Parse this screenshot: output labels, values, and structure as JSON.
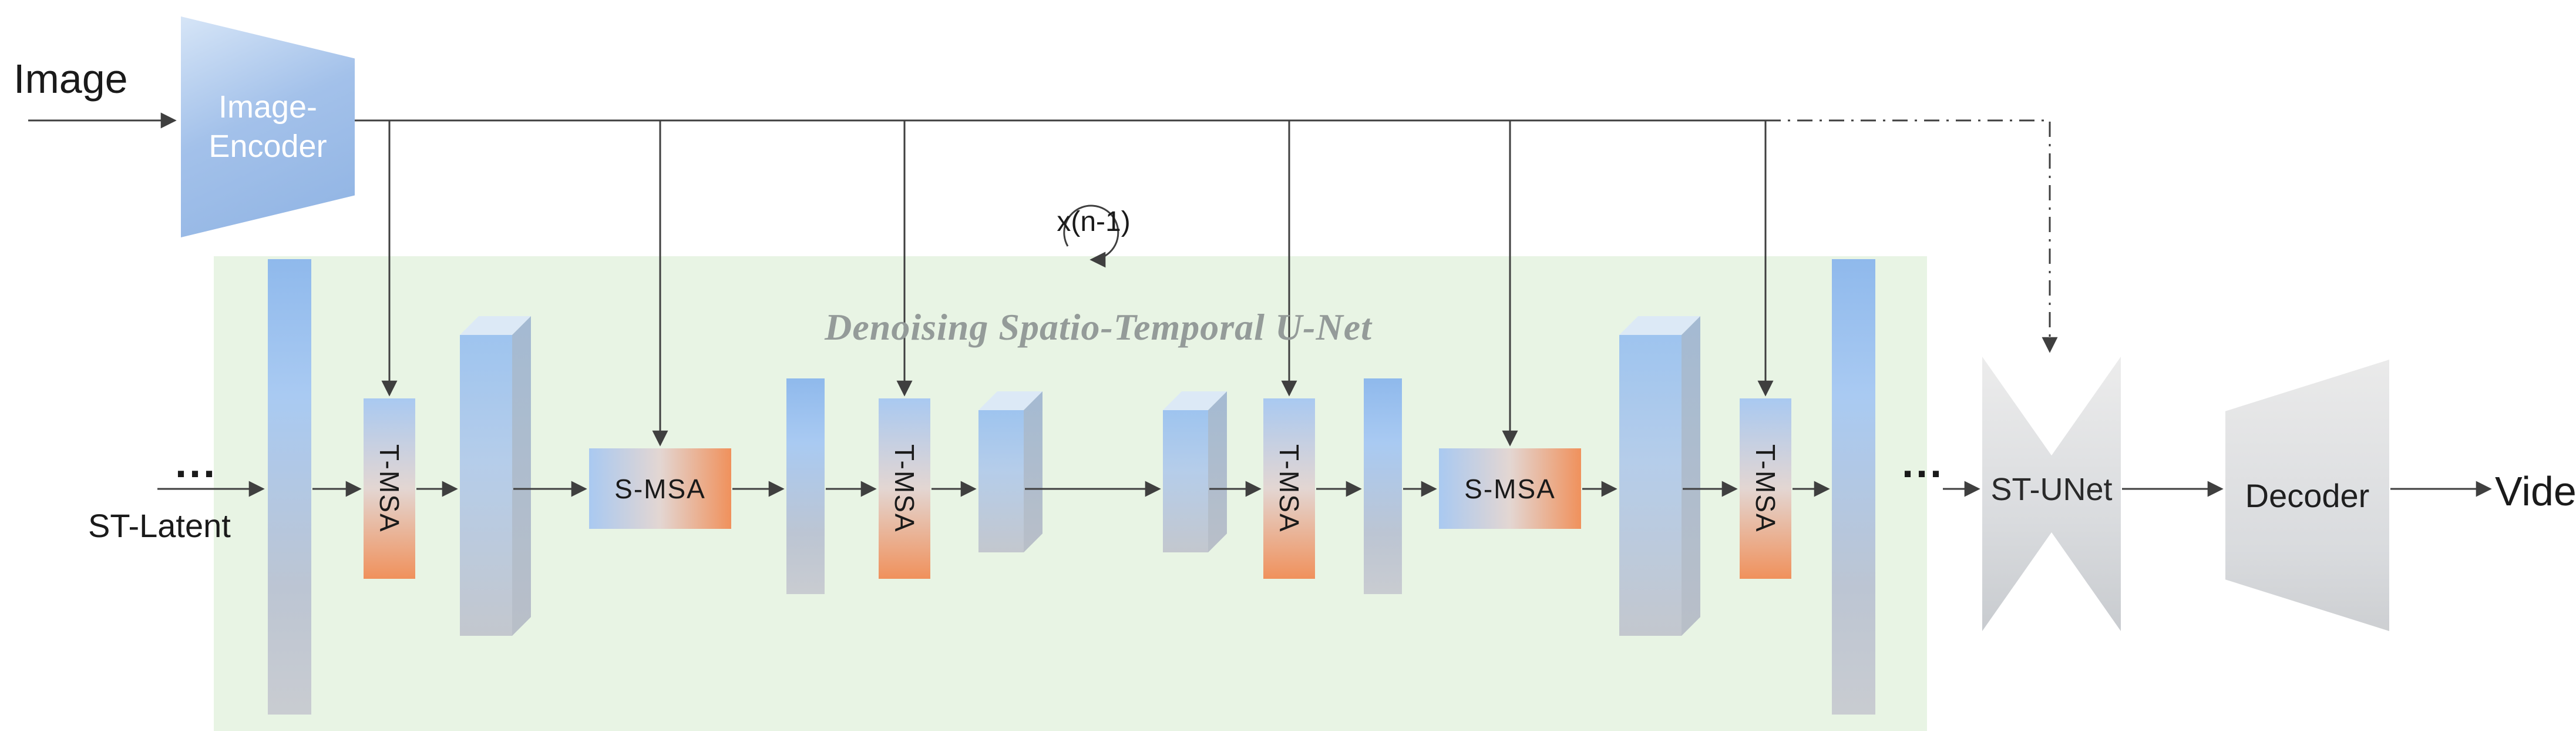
{
  "diagram": {
    "image_label": "Image",
    "encoder_line1": "Image-",
    "encoder_line2": "Encoder",
    "latent_dots": "···",
    "latent_label": "ST-Latent",
    "unet_title": "Denoising Spatio-Temporal U-Net",
    "repeat_label": "x(n-1)",
    "tmsa_label": "T-MSA",
    "smsa_label": "S-MSA",
    "right_dots": "···",
    "stunet_label": "ST-UNet",
    "decoder_label": "Decoder",
    "video_label": "Video"
  },
  "colors": {
    "panel-green": "#e8f4e4",
    "msa-blue": "#a9c9f1",
    "msa-orange": "#f0915c",
    "bar-blue": "#8fb9ec",
    "bar-gray": "#c9ccd1",
    "encoder-blue": "#8fb3e3",
    "shape-gray": "#d9dbde",
    "arrow-gray": "#3f3f3f",
    "title-gray": "#949b99"
  }
}
